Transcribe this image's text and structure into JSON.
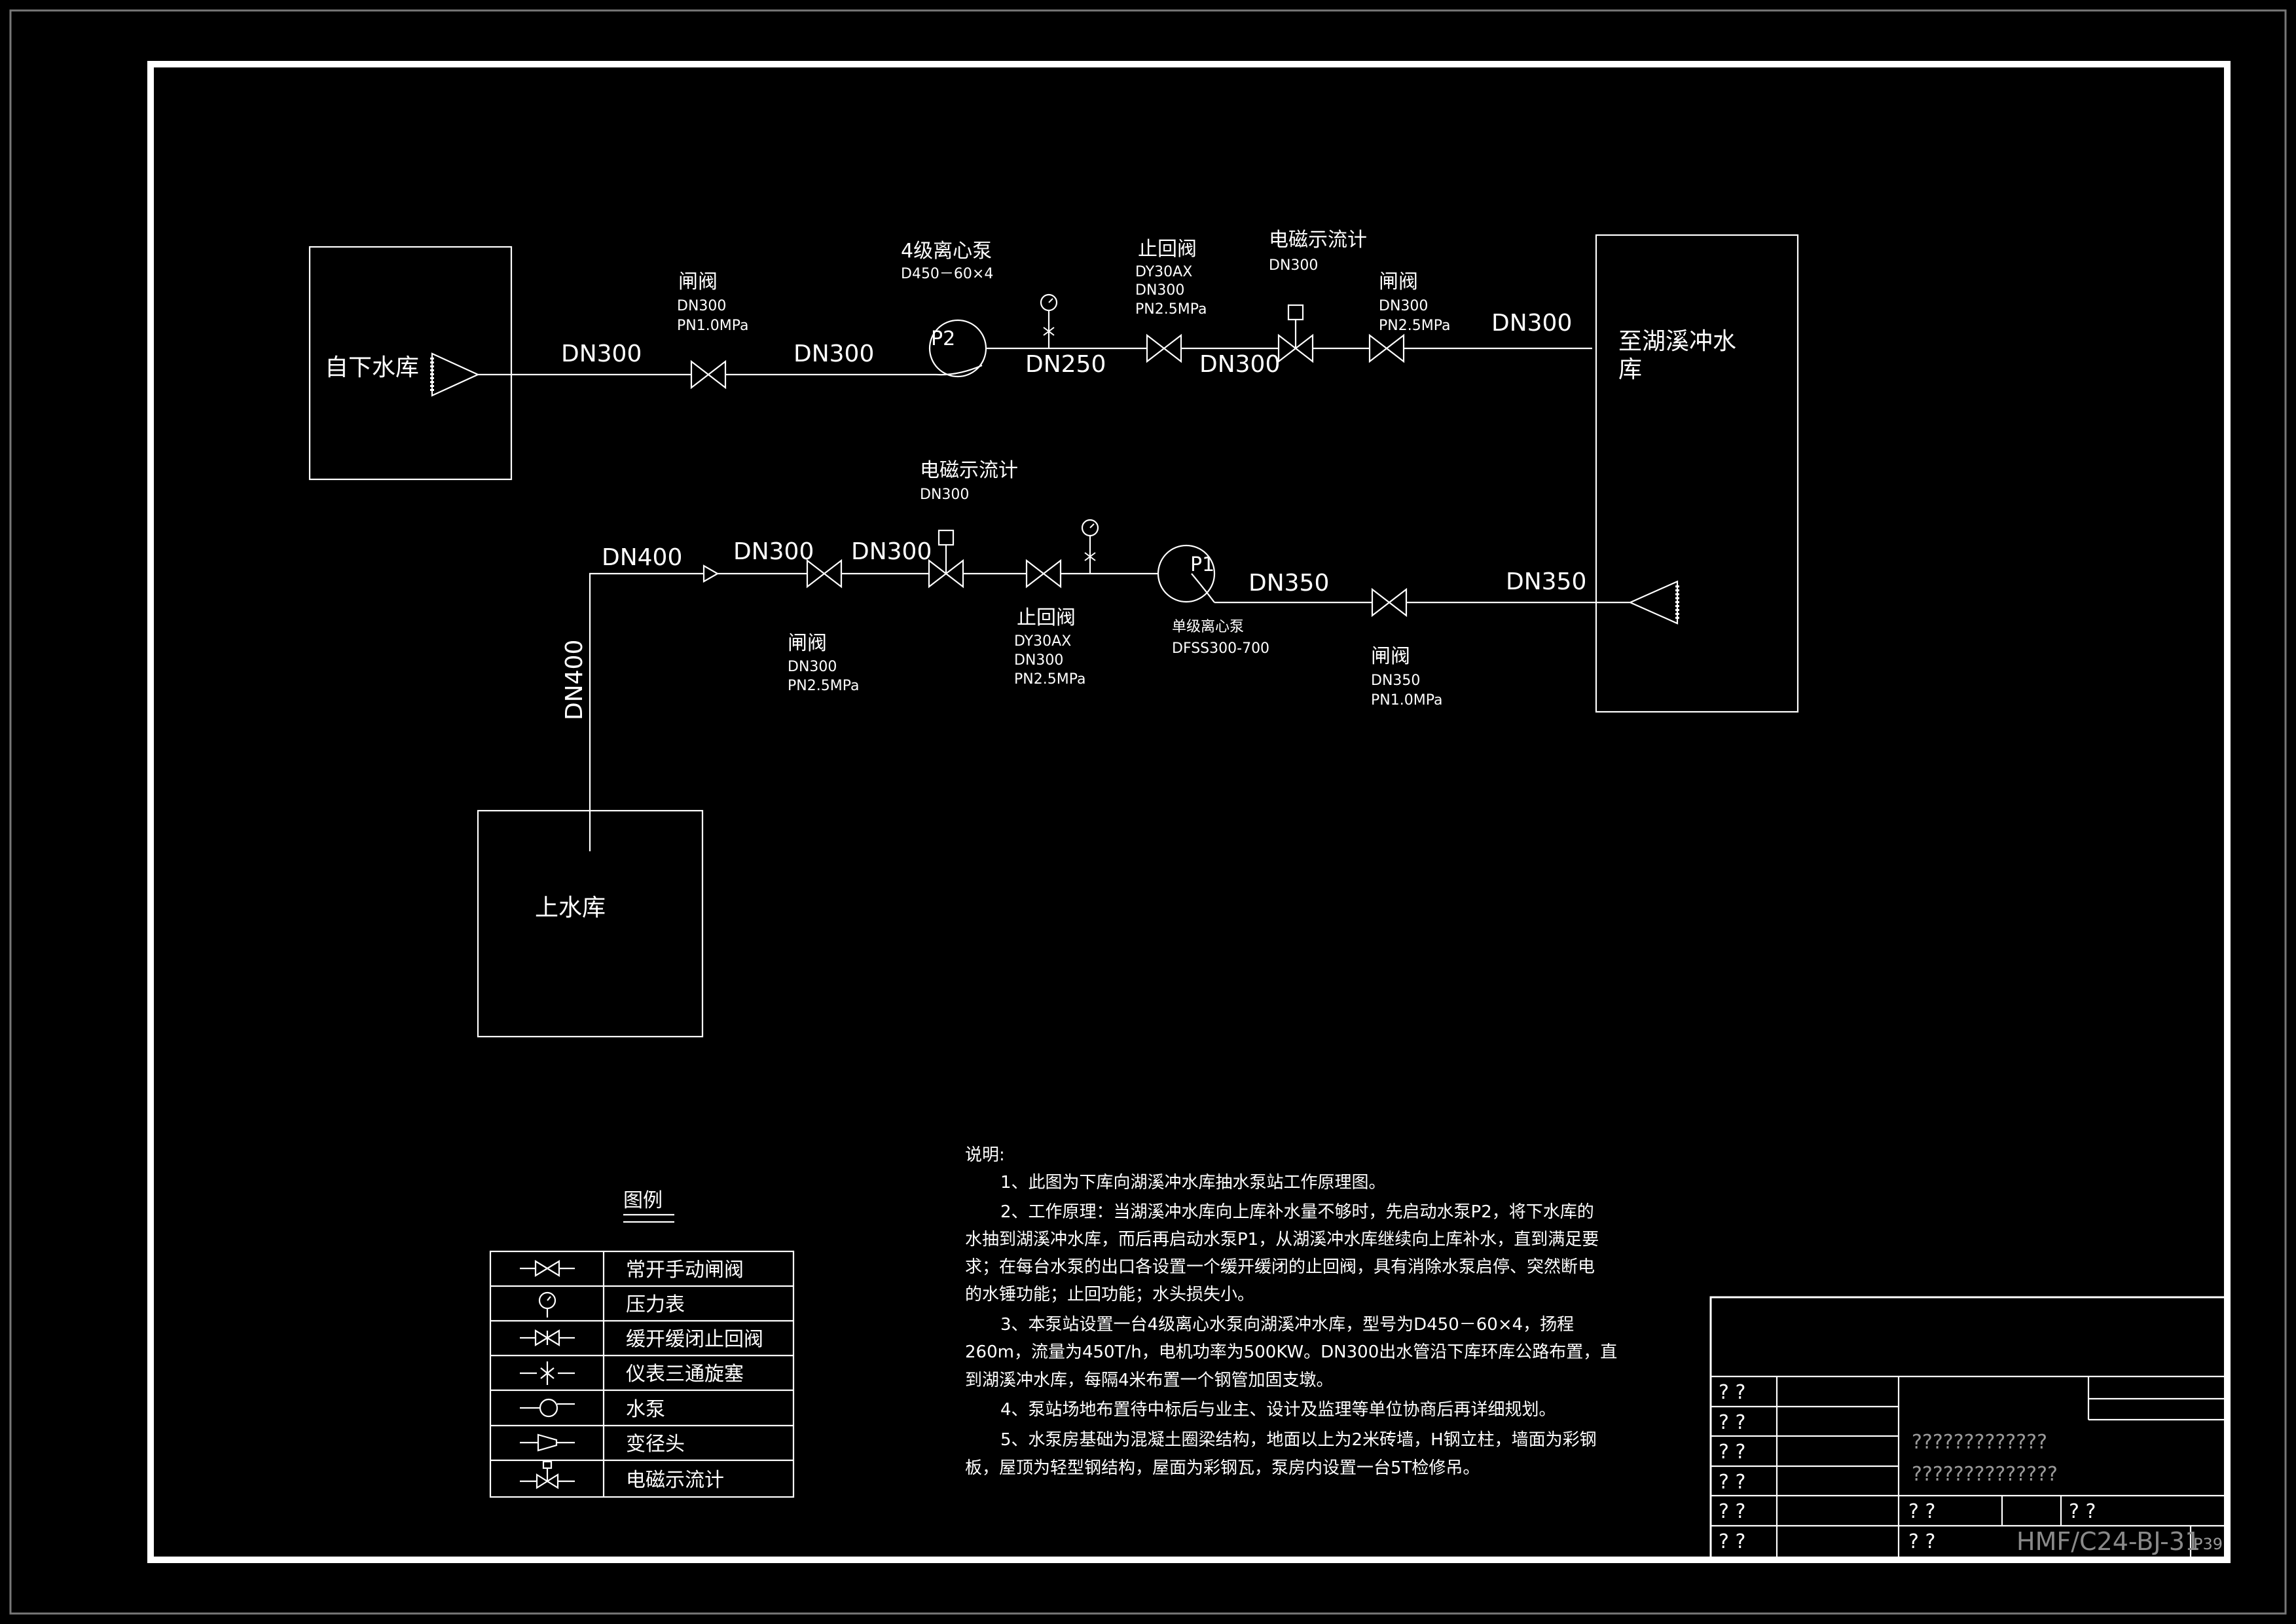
{
  "reservoirs": {
    "lower": "自下水库",
    "huxi": [
      "至湖溪冲水",
      "库"
    ],
    "upper": "上水库"
  },
  "upper_line": {
    "pipe_labels": [
      "DN300",
      "DN300",
      "DN250",
      "DN300",
      "DN300"
    ],
    "gate_valve_1": [
      "闸阀",
      "DN300",
      "PN1.0MPa"
    ],
    "pump": {
      "symbol": "P2",
      "title": "4级离心泵",
      "model": "D450－60×4"
    },
    "check_valve": [
      "止回阀",
      "DY30AX",
      "DN300",
      "PN2.5MPa"
    ],
    "flow_meter": [
      "电磁示流计",
      "DN300"
    ],
    "gate_valve_2": [
      "闸阀",
      "DN300",
      "PN2.5MPa"
    ]
  },
  "lower_line": {
    "pipe_labels": [
      "DN400",
      "DN300",
      "DN300",
      "DN350",
      "DN350"
    ],
    "vertical_label": "DN400",
    "flow_meter": [
      "电磁示流计",
      "DN300"
    ],
    "gate_valve_1": [
      "闸阀",
      "DN300",
      "PN2.5MPa"
    ],
    "check_valve": [
      "止回阀",
      "DY30AX",
      "DN300",
      "PN2.5MPa"
    ],
    "pump": {
      "symbol": "P1",
      "title": "单级离心泵",
      "model": "DFSS300-700"
    },
    "gate_valve_2": [
      "闸阀",
      "DN350",
      "PN1.0MPa"
    ]
  },
  "legend": {
    "title": "图例",
    "rows": [
      {
        "icon": "gate-valve-icon",
        "label": "常开手动闸阀"
      },
      {
        "icon": "pressure-gauge-icon",
        "label": "压力表"
      },
      {
        "icon": "slow-close-check-valve-icon",
        "label": "缓开缓闭止回阀"
      },
      {
        "icon": "three-way-cock-icon",
        "label": "仪表三通旋塞"
      },
      {
        "icon": "pump-icon",
        "label": "水泵"
      },
      {
        "icon": "reducer-icon",
        "label": "变径头"
      },
      {
        "icon": "flow-meter-icon",
        "label": "电磁示流计"
      }
    ]
  },
  "notes": {
    "title": "说明:",
    "lines": [
      "1、此图为下库向湖溪冲水库抽水泵站工作原理图。",
      "2、工作原理：当湖溪冲水库向上库补水量不够时，先启动水泵P2，将下水库的",
      "水抽到湖溪冲水库，而后再启动水泵P1，从湖溪冲水库继续向上库补水，直到满足要",
      "求；在每台水泵的出口各设置一个缓开缓闭的止回阀，具有消除水泵启停、突然断电",
      "的水锤功能；止回功能；水头损失小。",
      "3、本泵站设置一台4级离心水泵向湖溪冲水库，型号为D450－60×4，扬程",
      "260m，流量为450T/h，电机功率为500KW。DN300出水管沿下库环库公路布置，直",
      "到湖溪冲水库，每隔4米布置一个钢管加固支墩。",
      "4、泵站场地布置待中标后与业主、设计及监理等单位协商后再详细规划。",
      "5、水泵房基础为混凝土圈梁结构，地面以上为2米砖墙，H钢立柱，墙面为彩钢",
      "板，屋顶为轻型钢结构，屋面为彩钢瓦，泵房内设置一台5T检修吊。"
    ]
  },
  "title_block": {
    "left_cells": [
      "? ?",
      "? ?",
      "? ?",
      "? ?",
      "? ?",
      "? ?"
    ],
    "title_line_1": "?????????????",
    "title_line_2": "??????????????",
    "cell_a": "? ?",
    "cell_b": "? ?",
    "cell_c": "? ?",
    "drawing_no": "HMF/C24-BJ-31",
    "page": "P39"
  }
}
